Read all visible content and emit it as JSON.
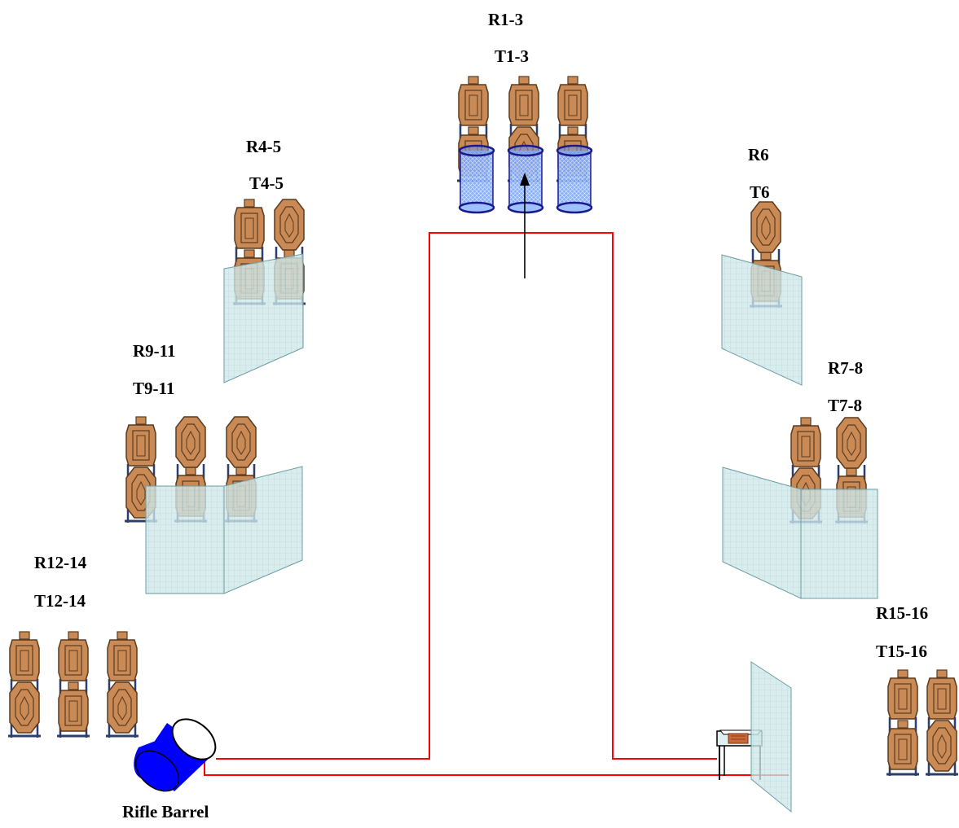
{
  "stages": [
    {
      "id": "s1",
      "range_label": "R1-3",
      "target_label": "T1-3",
      "target_count": 3
    },
    {
      "id": "s2",
      "range_label": "R4-5",
      "target_label": "T4-5",
      "target_count": 2
    },
    {
      "id": "s3",
      "range_label": "R6",
      "target_label": "T6",
      "target_count": 1
    },
    {
      "id": "s4",
      "range_label": "R7-8",
      "target_label": "T7-8",
      "target_count": 2
    },
    {
      "id": "s5",
      "range_label": "R9-11",
      "target_label": "T9-11",
      "target_count": 3
    },
    {
      "id": "s6",
      "range_label": "R12-14",
      "target_label": "T12-14",
      "target_count": 3
    },
    {
      "id": "s7",
      "range_label": "R15-16",
      "target_label": "T15-16",
      "target_count": 2
    }
  ],
  "rifle": {
    "label": "Rifle Barrel"
  },
  "colors": {
    "target_fill": "#c98a55",
    "target_stroke": "#5a3a1e",
    "stand_frame": "#2a3f6e",
    "panel_fill": "#cfe8ea",
    "panel_grid": "#9fc7cc",
    "tube_fill": "#7aa6ff",
    "tube_ring": "#1a1a8a",
    "circuit_wire": "#ff0000",
    "barrel_blue": "#0000ff",
    "arrow": "#000000",
    "table_box": "#c96a3a"
  }
}
